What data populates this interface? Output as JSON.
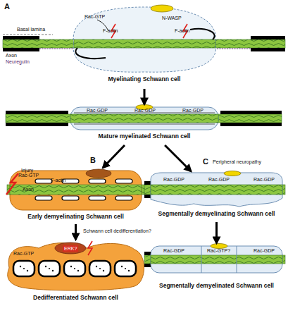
{
  "diagram": {
    "nodes": [
      {
        "text": [
          "Rac-GTP",
          "N-WASP",
          "F-actin",
          "F-actin",
          "Myelinating Schwann cell"
        ]
      },
      {
        "text": [
          "Rac-GDP",
          "Rac-GDP",
          "Rac-GDP",
          "Mature myelinated Schwann cell"
        ]
      },
      {
        "text": [
          "Rac-GTP",
          "F-actin",
          "Early demyelinating Schwann cell"
        ]
      },
      {
        "text": [
          "Rac-GDP",
          "Rac-GDP",
          "Rac-GDP",
          "Segmentally demyelinating Schwann cell"
        ]
      },
      {
        "text": [
          "Rac-GTP",
          "ERK?",
          "Dedifferentiated Schwann cell"
        ]
      },
      {
        "text": [
          "Rac-GDP",
          "Rac-GTP?",
          "Rac-GDP",
          "Segmentally demyelinated Schwann cell"
        ]
      }
    ],
    "edges": [
      {
        "from": 0,
        "to": 1,
        "arrow": "to"
      },
      {
        "from": 1,
        "to": 2,
        "arrow": "to"
      },
      {
        "from": 1,
        "to": 3,
        "arrow": "to"
      },
      {
        "from": 2,
        "to": 4,
        "arrow": "to"
      },
      {
        "from": 3,
        "to": 5,
        "arrow": "to"
      }
    ],
    "labels": [
      "A",
      "Basal lamina",
      "Axon",
      "Neuregulin",
      "B",
      "Injury",
      "Axon",
      "C",
      "Peripheral neuropathy",
      "Schwann cell dedifferentiation?"
    ]
  }
}
